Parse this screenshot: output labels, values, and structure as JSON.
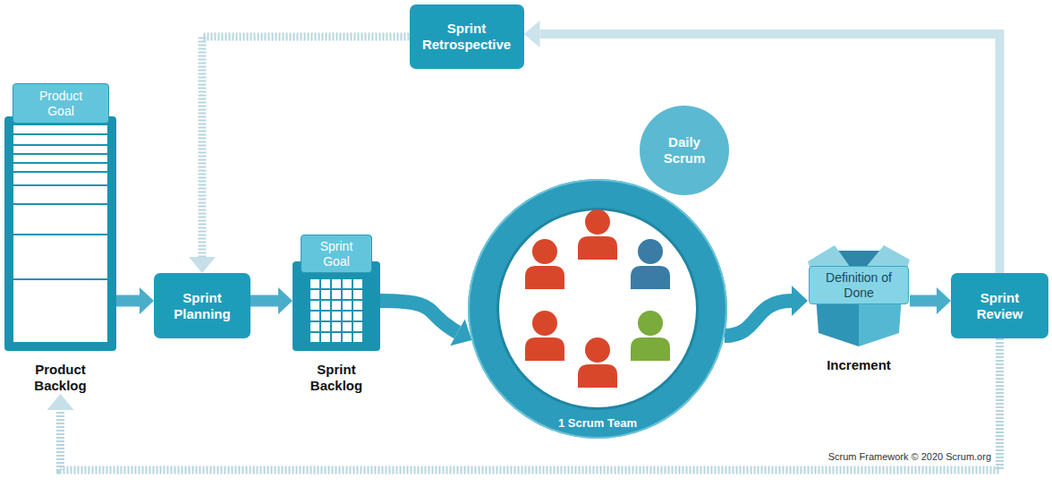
{
  "diagram": {
    "nodes": [
      {
        "text": [
          "Product Backlog"
        ]
      },
      {
        "text": [
          "Product Goal"
        ],
        "in": 0
      },
      {
        "text": [
          "Sprint Planning"
        ]
      },
      {
        "text": [
          "Sprint Backlog"
        ]
      },
      {
        "text": [
          "Sprint Goal"
        ],
        "in": 3
      },
      {
        "text": [
          "Daily Scrum"
        ]
      },
      {
        "text": [
          "1 Scrum Team"
        ]
      },
      {
        "text": [
          "Increment"
        ]
      },
      {
        "text": [
          "Definition of Done"
        ],
        "in": 7
      },
      {
        "text": [
          "Sprint Review"
        ]
      },
      {
        "text": [
          "Sprint Retrospective"
        ]
      }
    ],
    "edges": [
      {
        "from": 0,
        "to": 2,
        "arrow": "to"
      },
      {
        "from": 2,
        "to": 3,
        "arrow": "to"
      },
      {
        "from": 3,
        "to": 6,
        "arrow": "to"
      },
      {
        "from": 6,
        "to": 7,
        "arrow": "to"
      },
      {
        "from": 7,
        "to": 9,
        "arrow": "to"
      },
      {
        "from": 9,
        "to": 10,
        "arrow": "to"
      },
      {
        "from": 10,
        "to": 2,
        "arrow": "to"
      },
      {
        "from": 9,
        "to": 0,
        "arrow": "to"
      }
    ],
    "labels": [
      "Scrum Framework © 2020 Scrum.org"
    ]
  }
}
